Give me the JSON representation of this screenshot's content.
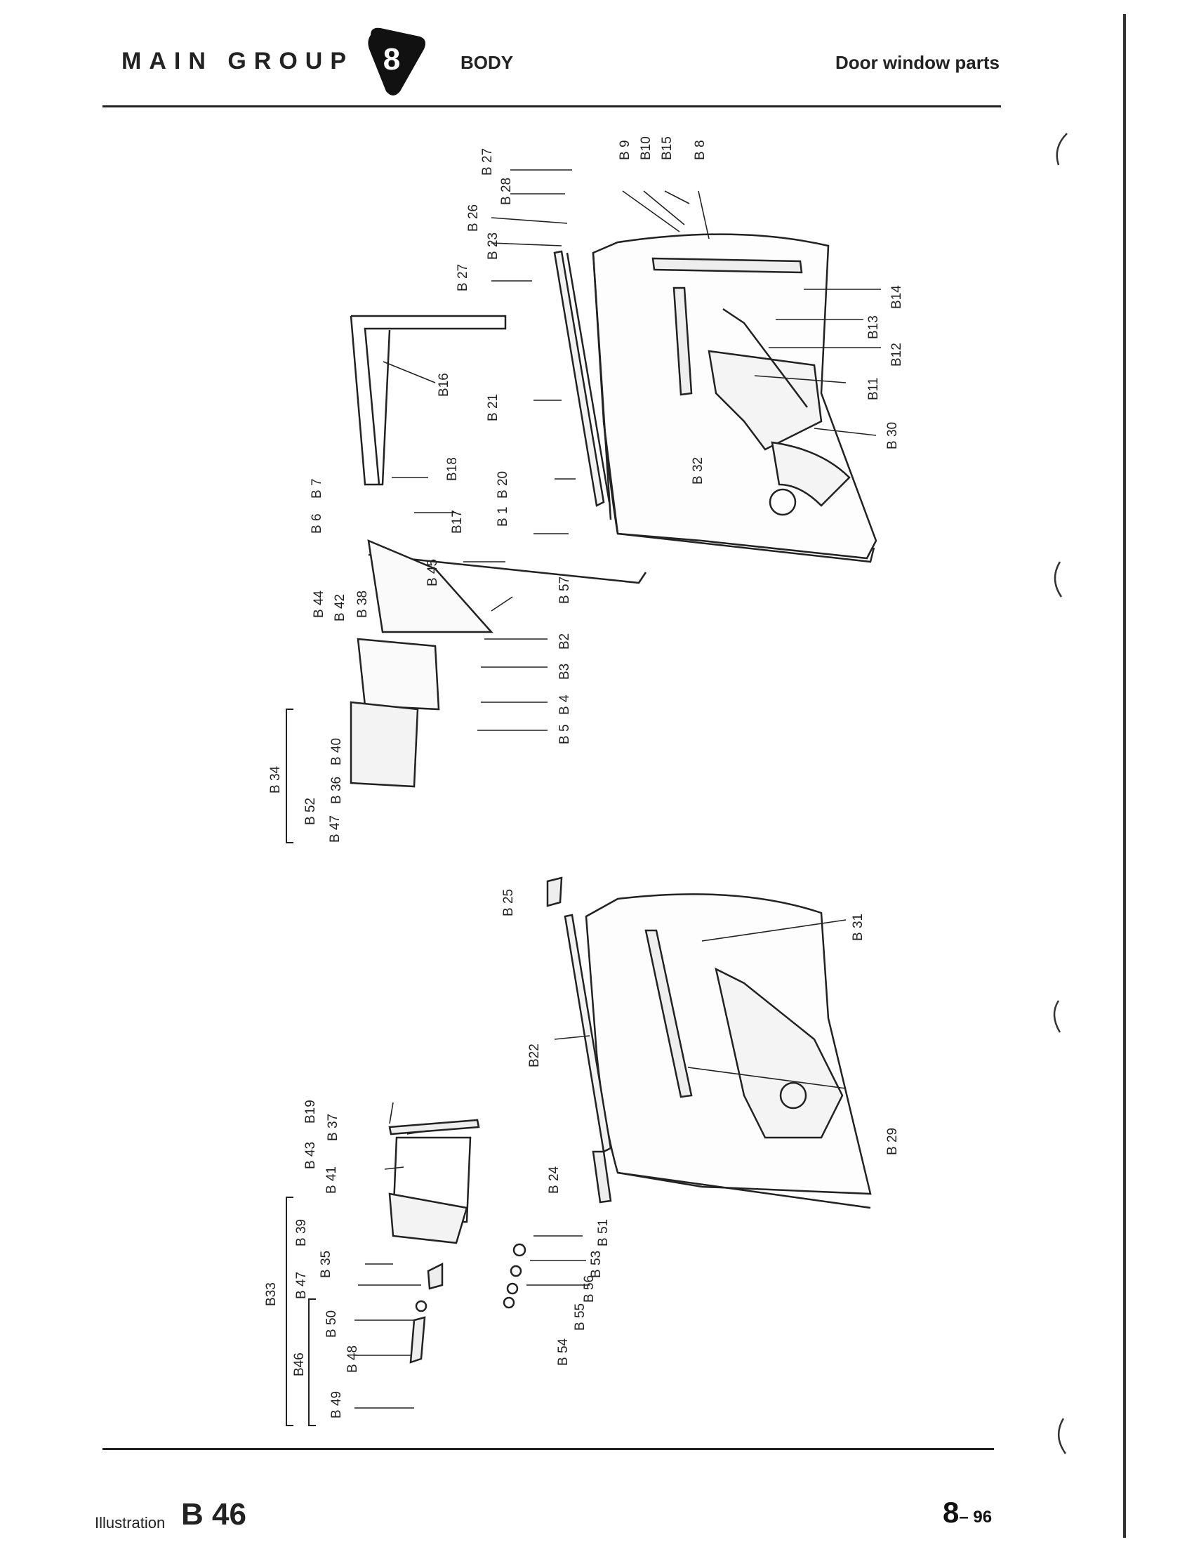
{
  "header": {
    "main_group": "MAIN GROUP",
    "group_number": "8",
    "section": "BODY",
    "subtitle": "Door window parts"
  },
  "labels": {
    "B1": "B 1",
    "B2": "B2",
    "B3": "B3",
    "B4": "B 4",
    "B5": "B 5",
    "B6": "B 6",
    "B7": "B 7",
    "B8": "B 8",
    "B9": "B 9",
    "B10": "B10",
    "B11": "B11",
    "B12": "B12",
    "B13": "B13",
    "B14": "B14",
    "B15": "B15",
    "B16": "B16",
    "B17": "B17",
    "B18": "B18",
    "B19": "B19",
    "B20": "B 20",
    "B21": "B 21",
    "B22": "B22",
    "B23": "B 23",
    "B24": "B 24",
    "B25": "B 25",
    "B26": "B 26",
    "B27a": "B 27",
    "B27b": "B 27",
    "B28": "B 28",
    "B29": "B 29",
    "B30": "B 30",
    "B31": "B 31",
    "B32": "B 32",
    "B33": "B33",
    "B34": "B 34",
    "B35": "B 35",
    "B36": "B 36",
    "B37": "B 37",
    "B38": "B 38",
    "B39": "B 39",
    "B40": "B 40",
    "B41": "B 41",
    "B42": "B 42",
    "B43": "B 43",
    "B44": "B 44",
    "B45": "B 45",
    "B46": "B46",
    "B47a": "B 47",
    "B47b": "B 47",
    "B48": "B 48",
    "B49": "B 49",
    "B50": "B 50",
    "B51": "B 51",
    "B52": "B 52",
    "B53": "B 53",
    "B54": "B 54",
    "B55": "B 55",
    "B56": "B 56",
    "B57": "B 57"
  },
  "footer": {
    "illustration_label": "Illustration",
    "illustration_code": "B 46",
    "page_number": "8",
    "page_suffix": "– 96"
  }
}
